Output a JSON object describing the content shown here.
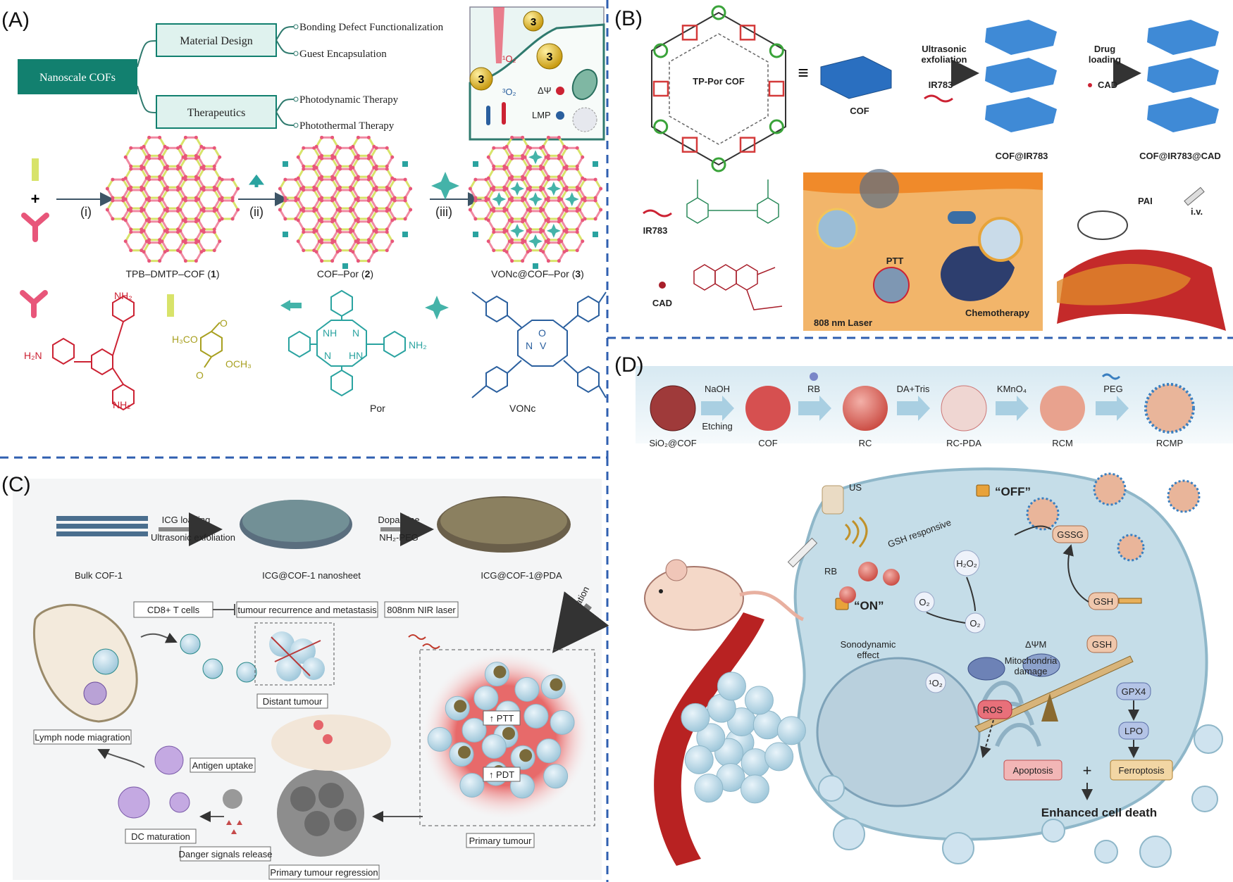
{
  "panels": {
    "a": {
      "label": "(A)",
      "root": "Nanoscale COFs",
      "branch1": "Material Design",
      "branch2": "Therapeutics",
      "leaf1": "Bonding Defect Functionalization",
      "leaf2": "Guest Encapsulation",
      "leaf3": "Photodynamic Therapy",
      "leaf4": "Photothermal Therapy",
      "inset_num": "3",
      "inset_o2_singlet": "¹O₂",
      "inset_o2_triplet": "³O₂",
      "inset_dpsi": "ΔΨ",
      "inset_lmp": "LMP",
      "plus": "+",
      "step1": "(i)",
      "step2": "(ii)",
      "step3": "(iii)",
      "cof1_name": "TPB–DMTP–COF (",
      "cof1_num": "1",
      "cof1_close": ")",
      "cof2_name": "COF–Por (",
      "cof2_num": "2",
      "cof2_close": ")",
      "cof3_name": "VONc@COF–Por (",
      "cof3_num": "3",
      "cof3_close": ")",
      "nh2_top": "NH₂",
      "h2n_left": "H₂N",
      "nh2_bottom": "NH₂",
      "h3co": "H₃CO",
      "och3": "OCH₃",
      "ald_o_top": "O",
      "ald_o_bottom": "O",
      "por_nh": "NH",
      "por_n_top": "N",
      "por_n_bottom": "N",
      "por_hn": "HN",
      "por_nh2": "NH₂",
      "por_label": "Por",
      "vonc_label": "VONc",
      "vonc_o": "O",
      "vonc_v": "V",
      "vonc_n": "N"
    },
    "b": {
      "label": "(B)",
      "framework": "TP-Por COF",
      "equals": "≡",
      "cof": "COF",
      "ultrasonic": "Ultrasonic",
      "exfoliation": "exfoliation",
      "ir783_arrow": "IR783",
      "drug": "Drug",
      "loading": "loading",
      "cad_arrow": "CAD",
      "cof_ir783": "COF@IR783",
      "cof_ir783_cad": "COF@IR783@CAD",
      "ir783_legend": "IR783",
      "cad_legend": "CAD",
      "ptt": "PTT",
      "laser": "808 nm Laser",
      "chemotherapy": "Chemotherapy",
      "pai": "PAI",
      "iv": "i.v."
    },
    "c": {
      "label": "(C)",
      "icg_loading": "ICG loading",
      "ultrasonic_exfoliation": "Ultrasonic exfoliation",
      "dopamine": "Dopamine",
      "nh2peg": "NH₂-PEG",
      "bulk": "Bulk COF-1",
      "nanosheet": "ICG@COF-1 nanosheet",
      "pda": "ICG@COF-1@PDA",
      "cd8": "CD8+ T cells",
      "recurrence": "tumour recurrence and metastasis",
      "nir": "808nm NIR laser",
      "accumulation": "Accumulation",
      "distant": "Distant tumour",
      "lymph": "Lymph node miagration",
      "antigen": "Antigen uptake",
      "dc": "DC maturation",
      "danger": "Danger signals release",
      "regression": "Primary tumour regression",
      "primary": "Primary tumour",
      "ptt": "↑ PTT",
      "pdt": "↑ PDT"
    },
    "d": {
      "label": "(D)",
      "naoh": "NaOH",
      "etching": "Etching",
      "rb_top": "RB",
      "datris": "DA+Tris",
      "kmno4": "KMnO₄",
      "peg": "PEG",
      "sio2cof": "SiO₂@COF",
      "cof": "COF",
      "rc": "RC",
      "rcpda": "RC-PDA",
      "rcm": "RCM",
      "rcmp": "RCMP",
      "us": "US",
      "off": "“OFF”",
      "on": "“ON”",
      "gsh_responsive": "GSH responsive",
      "rb": "RB",
      "h2o2": "H₂O₂",
      "gssg": "GSSG",
      "gsh1": "GSH",
      "o2_a": "O₂",
      "o2_b": "O₂",
      "dpsim": "ΔΨM",
      "sono1": "Sonodynamic",
      "sono2": "effect",
      "mito1": "Mitochondria",
      "mito2": "damage",
      "gsh2": "GSH",
      "singlet": "¹O₂",
      "ros": "ROS",
      "gpx4": "GPX4",
      "lpo": "LPO",
      "apoptosis": "Apoptosis",
      "plus": "+",
      "ferroptosis": "Ferroptosis",
      "enhanced": "Enhanced cell death"
    }
  },
  "colors": {
    "divider": "#2f5fb0",
    "teal_dark": "#12806f",
    "teal_light": "#dff2ee",
    "cof_pink": "#e8567a",
    "cof_yellow": "#d8e36a",
    "red_mol": "#cc2233",
    "olive_mol": "#a8a020",
    "teal_mol": "#2aa3a0",
    "blue_mol": "#2a5f9e"
  }
}
